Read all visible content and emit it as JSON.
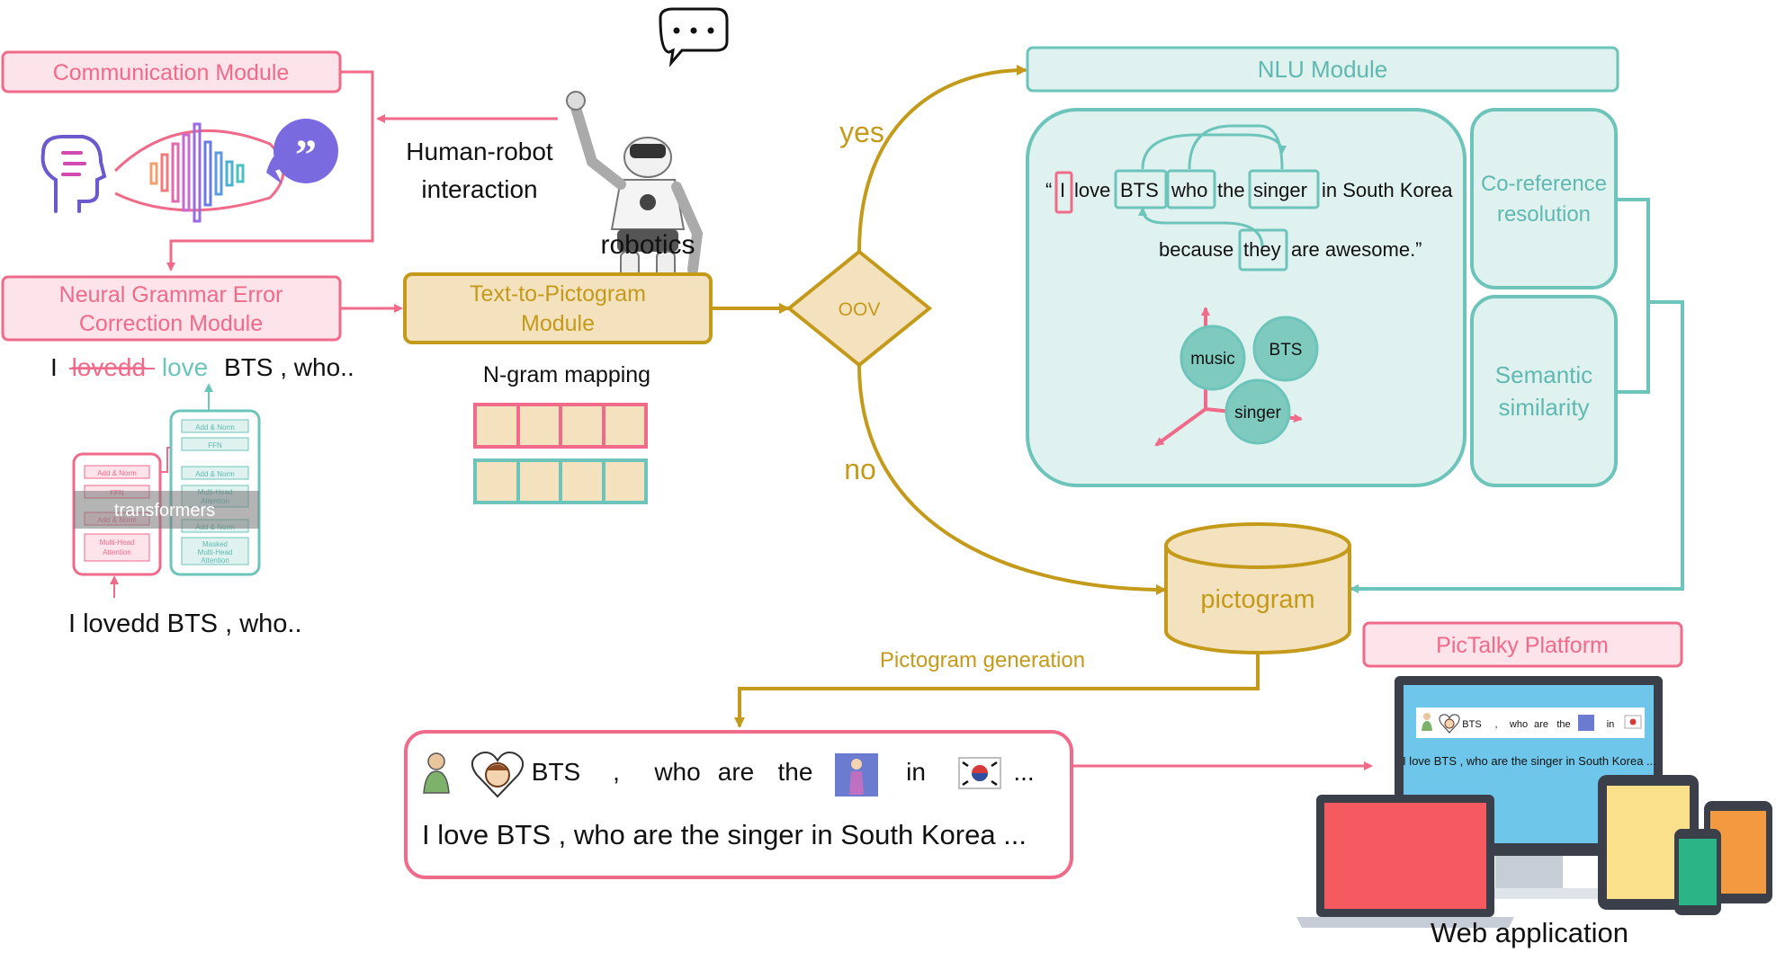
{
  "modules": {
    "communication": "Communication Module",
    "gec_line1": "Neural Grammar Error",
    "gec_line2": "Correction Module",
    "t2p_line1": "Text-to-Pictogram",
    "t2p_line2": "Module",
    "nlu": "NLU Module",
    "coref_line1": "Co-reference",
    "coref_line2": "resolution",
    "semsim_line1": "Semantic",
    "semsim_line2": "similarity",
    "pictalky": "PicTalky Platform"
  },
  "labels": {
    "hri_line1": "Human-robot",
    "hri_line2": "interaction",
    "robotics": "robotics",
    "ngram": "N-gram mapping",
    "oov": "OOV",
    "yes": "yes",
    "no": "no",
    "pictogram": "pictogram",
    "pictogram_generation": "Pictogram generation",
    "web_application": "Web application",
    "transformers": "transformers"
  },
  "gec": {
    "output_prefix": "I",
    "output_wrong": "lovedd",
    "output_fixed": "love",
    "output_suffix": "BTS , who..",
    "input_sentence": "I lovedd BTS , who.."
  },
  "transformer_blocks": {
    "add_norm": "Add & Norm",
    "ffn": "FFN",
    "multi_head": "Multi-Head",
    "attention": "Attention",
    "masked": "Masked",
    "masked_multi_head": "Multi-Head"
  },
  "nlu_sentence": {
    "open_quote": "“",
    "w_i": "I",
    "w_love": "love",
    "w_bts": "BTS",
    "w_who": "who",
    "w_the": "the",
    "w_singer": "singer",
    "w_rest": "in South Korea",
    "w_because": "because",
    "w_they": "they",
    "w_end": "are awesome.”"
  },
  "embedding": {
    "music": "music",
    "bts": "BTS",
    "singer": "singer"
  },
  "output_box": {
    "w_bts": "BTS",
    "w_comma": ",",
    "w_who": "who",
    "w_are": "are",
    "w_the": "the",
    "w_in": "in",
    "w_dots": "...",
    "sentence": "I love BTS , who are the singer in South Korea ..."
  },
  "web_screen": {
    "w_bts": "BTS",
    "w_comma": ",",
    "w_who": "who",
    "w_are": "are",
    "w_the": "the",
    "w_in": "in",
    "sentence": "I love BTS , who are the singer in South Korea ..."
  },
  "colors": {
    "pink": "#f06a8a",
    "pink_fill": "#fde3ea",
    "teal": "#6cc4bb",
    "teal_fill": "#dff2ef",
    "gold": "#c49a1a",
    "gold_fill": "#f4e2bf"
  }
}
